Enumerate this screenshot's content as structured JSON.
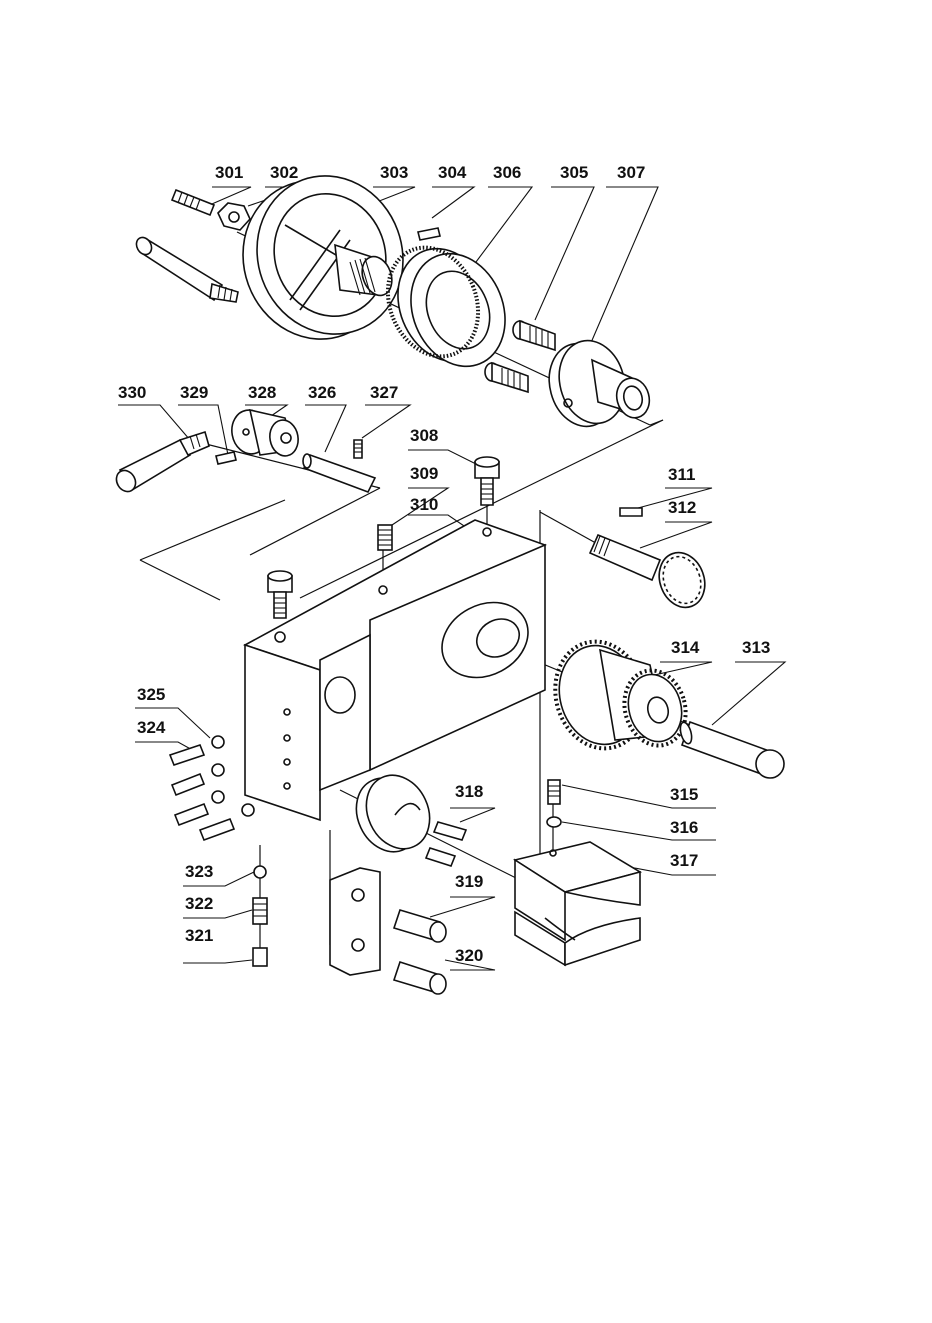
{
  "diagram": {
    "parts": [
      {
        "id": "p301",
        "label": "301"
      },
      {
        "id": "p302",
        "label": "302"
      },
      {
        "id": "p303",
        "label": "303"
      },
      {
        "id": "p304",
        "label": "304"
      },
      {
        "id": "p306",
        "label": "306"
      },
      {
        "id": "p305",
        "label": "305"
      },
      {
        "id": "p307",
        "label": "307"
      },
      {
        "id": "p330",
        "label": "330"
      },
      {
        "id": "p329",
        "label": "329"
      },
      {
        "id": "p328",
        "label": "328"
      },
      {
        "id": "p326",
        "label": "326"
      },
      {
        "id": "p327",
        "label": "327"
      },
      {
        "id": "p308",
        "label": "308"
      },
      {
        "id": "p309",
        "label": "309"
      },
      {
        "id": "p310",
        "label": "310"
      },
      {
        "id": "p311",
        "label": "311"
      },
      {
        "id": "p312",
        "label": "312"
      },
      {
        "id": "p314",
        "label": "314"
      },
      {
        "id": "p313",
        "label": "313"
      },
      {
        "id": "p325",
        "label": "325"
      },
      {
        "id": "p324",
        "label": "324"
      },
      {
        "id": "p318",
        "label": "318"
      },
      {
        "id": "p315",
        "label": "315"
      },
      {
        "id": "p316",
        "label": "316"
      },
      {
        "id": "p317",
        "label": "317"
      },
      {
        "id": "p323",
        "label": "323"
      },
      {
        "id": "p319",
        "label": "319"
      },
      {
        "id": "p322",
        "label": "322"
      },
      {
        "id": "p320",
        "label": "320"
      },
      {
        "id": "p321",
        "label": "321"
      }
    ]
  }
}
